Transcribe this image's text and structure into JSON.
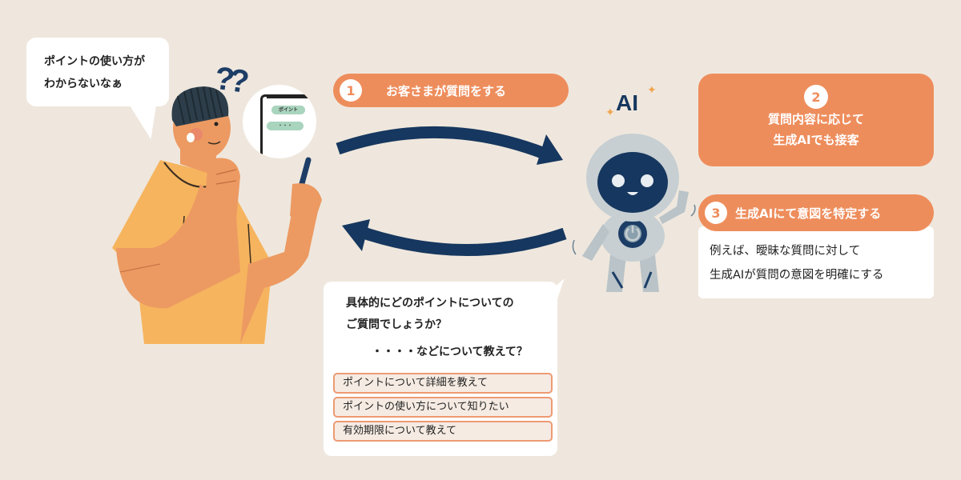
{
  "colors": {
    "background": "#efe7dd",
    "accent_orange": "#ee8d5c",
    "navy": "#16375f",
    "shirt_yellow": "#f6b45e",
    "skin": "#ec9a62",
    "chat_green": "#a9d4bd"
  },
  "user": {
    "speech_line1": "ポイントの使い方が",
    "speech_line2": "わからないなぁ",
    "question_marks": "??",
    "phone_bubble1": "ポイント",
    "phone_bubble2": "・・・"
  },
  "steps": [
    {
      "number": "1",
      "label": "お客さまが質問をする"
    },
    {
      "number": "2",
      "line1": "質問内容に応じて",
      "line2": "生成AIでも接客"
    },
    {
      "number": "3",
      "label": "生成AIにて意図を特定する",
      "desc_line1": "例えば、曖昧な質問に対して",
      "desc_line2": "生成AIが質問の意図を明確にする"
    }
  ],
  "ai": {
    "label": "AI",
    "sparkle": "✦",
    "response_line1": "具体的にどのポイントについての",
    "response_line2": "ご質問でしょうか？",
    "response_line3": "・・・・などについて教えて？",
    "options": [
      "ポイントについて詳細を教えて",
      "ポイントの使い方について知りたい",
      "有効期限について教えて"
    ]
  },
  "icons": {
    "arrow_to_ai": "curved-arrow-right",
    "arrow_to_user": "curved-arrow-left",
    "robot": "robot-mascot",
    "person": "person-with-phone",
    "power": "power-icon"
  }
}
